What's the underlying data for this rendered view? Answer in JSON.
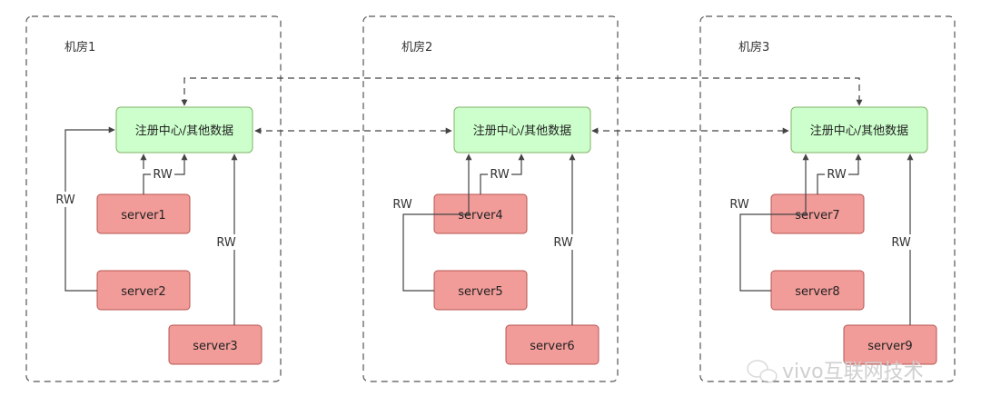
{
  "rooms": [
    {
      "title": "机房1",
      "hub": "注册中心/其他数据",
      "servers": [
        "server1",
        "server2",
        "server3"
      ],
      "rw": [
        "RW",
        "RW",
        "RW"
      ]
    },
    {
      "title": "机房2",
      "hub": "注册中心/其他数据",
      "servers": [
        "server4",
        "server5",
        "server6"
      ],
      "rw": [
        "RW",
        "RW",
        "RW"
      ]
    },
    {
      "title": "机房3",
      "hub": "注册中心/其他数据",
      "servers": [
        "server7",
        "server8",
        "server9"
      ],
      "rw": [
        "RW",
        "RW",
        "RW"
      ]
    }
  ],
  "watermark": "vivo互联网技术",
  "colors": {
    "hub_fill": "#ccffcc",
    "hub_stroke": "#82b366",
    "server_fill": "#f19c99",
    "server_stroke": "#b85450",
    "line": "#444444"
  }
}
